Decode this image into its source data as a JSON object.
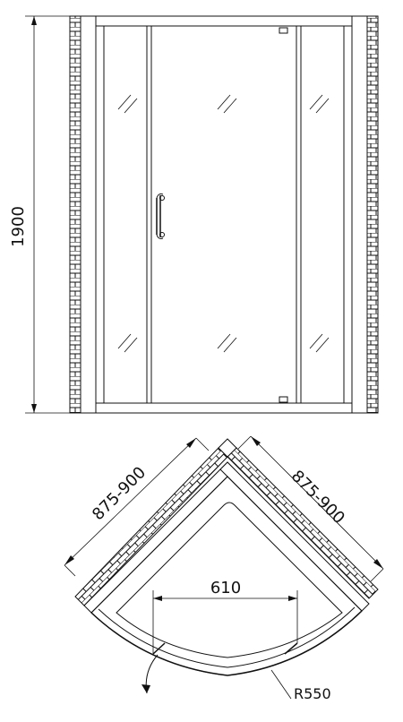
{
  "dimensions": {
    "height_label": "1900",
    "side_left_label": "875-900",
    "side_right_label": "875-900",
    "door_width_label": "610",
    "radius_label": "R550"
  },
  "icons": {
    "glass_hatch": "double-diagonal-hatch",
    "handle": "vertical-door-handle",
    "swing_arrow": "curved-door-swing-arrow"
  }
}
